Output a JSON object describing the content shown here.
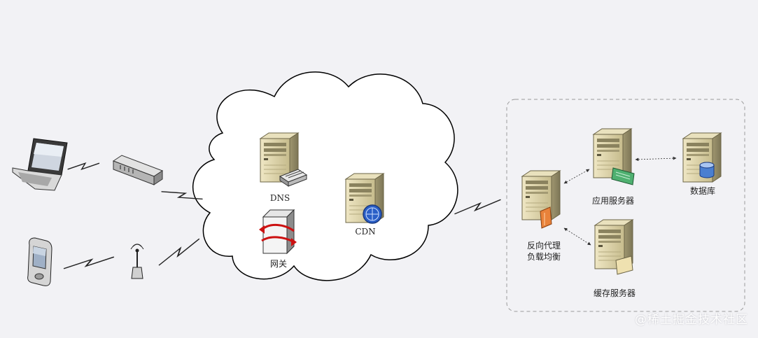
{
  "diagram": {
    "labels": {
      "dns": "DNS",
      "gateway": "网关",
      "cdn": "CDN",
      "proxy_line1": "反向代理",
      "proxy_line2": "负载均衡",
      "app_server": "应用服务器",
      "cache_server": "缓存服务器",
      "database": "数据库"
    },
    "watermark": "@稀土掘金技术社区",
    "colors": {
      "background": "#f2f2f5",
      "cloud_fill": "#ffffff",
      "cloud_stroke": "#000000",
      "server_beige": "#d8cfa8",
      "gateway_red": "#cc1111",
      "cdn_blue": "#2a5fc7",
      "db_blue": "#4a7fd0",
      "proxy_orange": "#e8823a",
      "app_green": "#4fb070"
    }
  }
}
